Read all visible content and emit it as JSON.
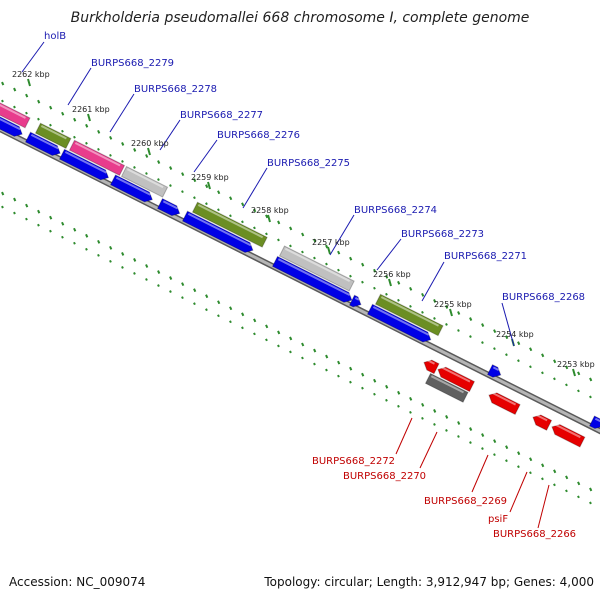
{
  "title": "Burkholderia pseudomallei 668 chromosome I, complete genome",
  "footer": {
    "accession": "Accession: NC_009074",
    "topology": "Topology: circular; Length: 3,912,947 bp; Genes: 4,000"
  },
  "colors": {
    "background": "#ffffff",
    "backbone": "#8a8a8a",
    "tick": "#2e8b2e",
    "forward_label": "#1a1ab0",
    "reverse_label": "#c00000",
    "blue_feature": "#0000e6",
    "red_feature": "#e60000",
    "magenta_feature": "#e83c8c",
    "olive_feature": "#6b8e23",
    "gray_feature": "#c0c0c0",
    "darkgray_feature": "#606060"
  },
  "ticks": [
    {
      "label": "2262 kbp"
    },
    {
      "label": "2261 kbp"
    },
    {
      "label": "2260 kbp"
    },
    {
      "label": "2259 kbp"
    },
    {
      "label": "2258 kbp"
    },
    {
      "label": "2257 kbp"
    },
    {
      "label": "2256 kbp"
    },
    {
      "label": "2255 kbp"
    },
    {
      "label": "2254 kbp"
    },
    {
      "label": "2253 kbp"
    }
  ],
  "forward_gene_labels": [
    "holB",
    "BURPS668_2279",
    "BURPS668_2278",
    "BURPS668_2277",
    "BURPS668_2276",
    "BURPS668_2275",
    "BURPS668_2274",
    "BURPS668_2273",
    "BURPS668_2271",
    "BURPS668_2268"
  ],
  "reverse_gene_labels": [
    "BURPS668_2272",
    "BURPS668_2270",
    "BURPS668_2269",
    "psiF",
    "BURPS668_2266"
  ]
}
